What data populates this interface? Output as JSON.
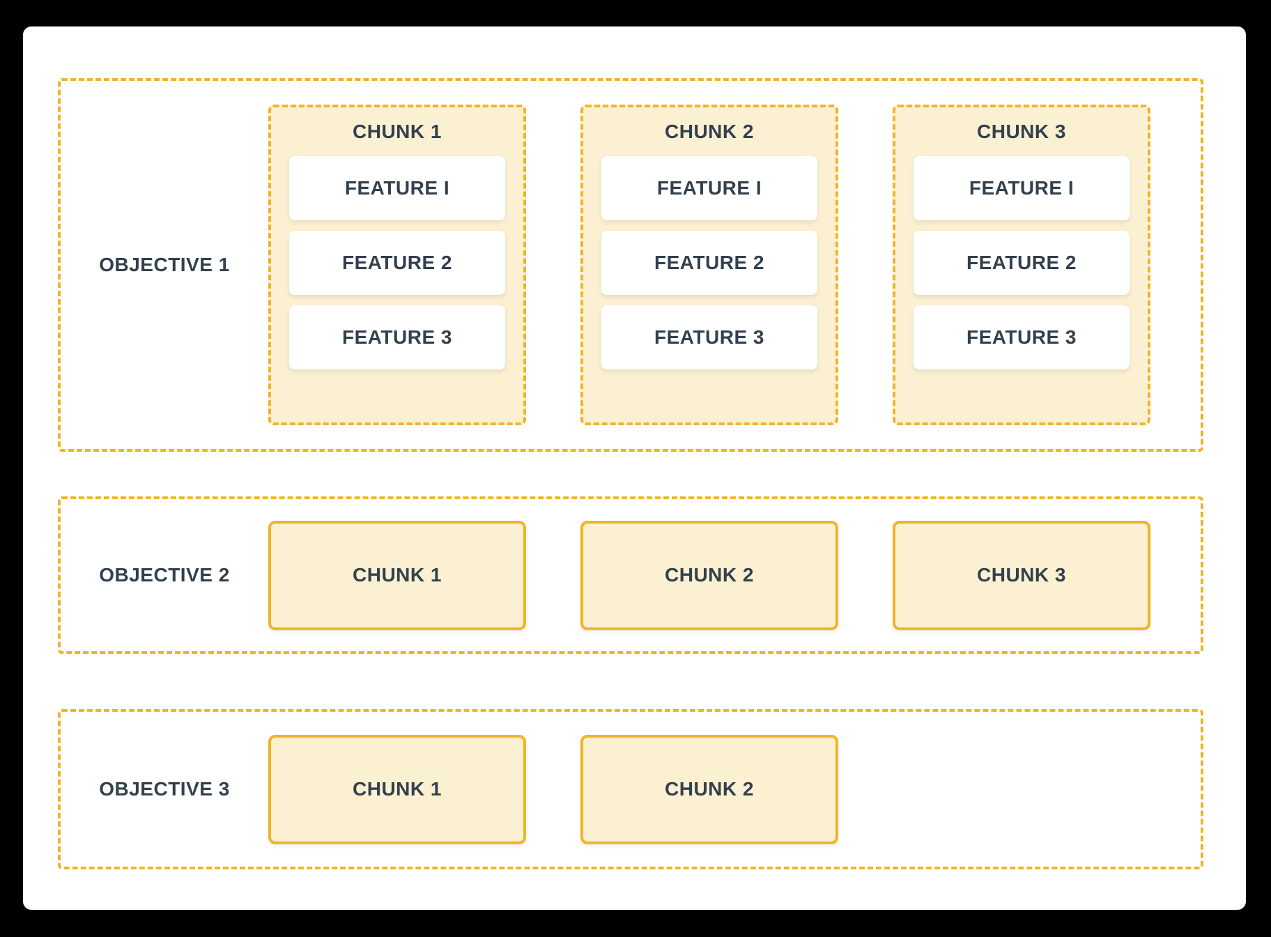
{
  "diagram": {
    "rows": [
      {
        "label": "OBJECTIVE 1",
        "chunks": [
          {
            "title": "CHUNK 1",
            "features": [
              "FEATURE I",
              "FEATURE 2",
              "FEATURE 3"
            ]
          },
          {
            "title": "CHUNK 2",
            "features": [
              "FEATURE I",
              "FEATURE 2",
              "FEATURE 3"
            ]
          },
          {
            "title": "CHUNK 3",
            "features": [
              "FEATURE I",
              "FEATURE 2",
              "FEATURE 3"
            ]
          }
        ]
      },
      {
        "label": "OBJECTIVE 2",
        "chunks": [
          {
            "title": "CHUNK 1"
          },
          {
            "title": "CHUNK 2"
          },
          {
            "title": "CHUNK 3"
          }
        ]
      },
      {
        "label": "OBJECTIVE 3",
        "chunks": [
          {
            "title": "CHUNK 1"
          },
          {
            "title": "CHUNK 2"
          }
        ]
      }
    ],
    "colors": {
      "accent_gold": "#F0B429",
      "cream_fill": "#FBF0D1",
      "label_text": "#32404E",
      "card_background": "#FFFFFF",
      "page_background": "#000000"
    }
  }
}
